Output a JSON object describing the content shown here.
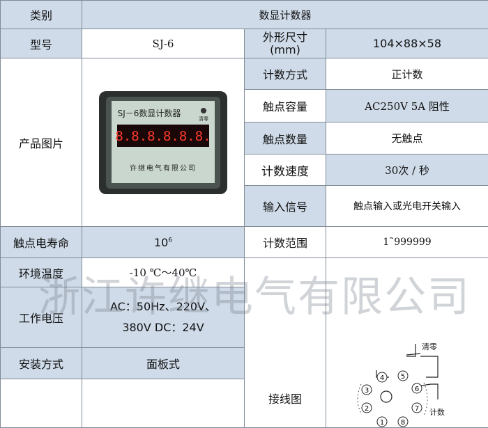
{
  "header": {
    "label": "类别",
    "value": "数显计数器"
  },
  "model": {
    "label": "型号",
    "value": "SJ-6"
  },
  "size": {
    "label_line1": "外形尺寸",
    "label_line2": "(mm)",
    "value": "104×88×58"
  },
  "photo": {
    "label": "产品图片",
    "device_title": "SJ－6数显计数器",
    "reset_label": "清零",
    "display_digits": "8.8.8.8.8.8.",
    "maker": "许继电气有限公司"
  },
  "specs": [
    {
      "label": "计数方式",
      "value": "正计数"
    },
    {
      "label": "触点容量",
      "value": "AC250V   5A  阻性"
    },
    {
      "label": "触点数量",
      "value": "无触点"
    },
    {
      "label": "计数速度",
      "value": "30次 / 秒"
    },
    {
      "label": "输入信号",
      "value": "触点输入或光电开关输入"
    }
  ],
  "life": {
    "label": "触点电寿命",
    "value_base": "10",
    "value_exp": "6"
  },
  "range": {
    "label": "计数范围",
    "value": "1˜999999"
  },
  "temp": {
    "label": "环境温度",
    "value": "-10 ℃～40℃"
  },
  "voltage": {
    "label": "工作电压",
    "line1": "AC：50Hz、220V、",
    "line2": "380V DC：24V"
  },
  "mount": {
    "label": "安装方式",
    "value": "面板式"
  },
  "wiring": {
    "label": "接线图",
    "reset": "清零",
    "count": "计数",
    "pins": [
      "1",
      "2",
      "3",
      "4",
      "5",
      "6",
      "7",
      "8"
    ]
  },
  "watermark": "浙江许继电气有限公司",
  "colors": {
    "label_bg": "#cfdbe9",
    "border": "#7f8a96"
  }
}
